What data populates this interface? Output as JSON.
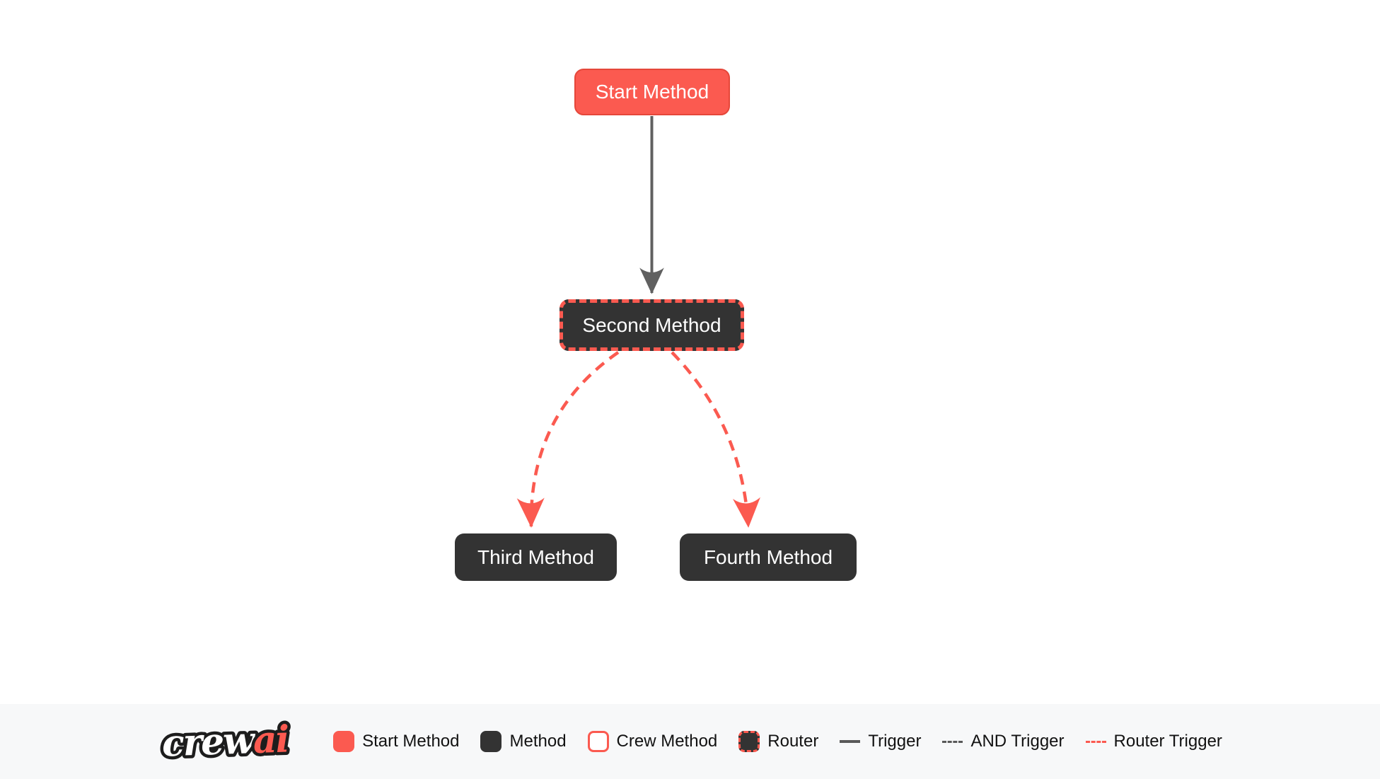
{
  "colors": {
    "accent_red": "#fb5a50",
    "accent_red_border": "#e5473a",
    "node_dark": "#333333",
    "edge_gray": "#606060",
    "legend_background": "#f7f8f9",
    "legend_text": "#121212"
  },
  "graph": {
    "nodes": [
      {
        "id": "start",
        "label": "Start Method",
        "type": "start_method"
      },
      {
        "id": "second",
        "label": "Second Method",
        "type": "router"
      },
      {
        "id": "third",
        "label": "Third Method",
        "type": "method"
      },
      {
        "id": "fourth",
        "label": "Fourth Method",
        "type": "method"
      }
    ],
    "edges": [
      {
        "from": "start",
        "to": "second",
        "type": "trigger"
      },
      {
        "from": "second",
        "to": "third",
        "type": "router_trigger"
      },
      {
        "from": "second",
        "to": "fourth",
        "type": "router_trigger"
      }
    ]
  },
  "logo": {
    "crew": "crew",
    "ai": "ai"
  },
  "legend": {
    "items": [
      {
        "label": "Start Method",
        "swatch": "start-method-swatch"
      },
      {
        "label": "Method",
        "swatch": "method-swatch"
      },
      {
        "label": "Crew Method",
        "swatch": "crew-method-swatch"
      },
      {
        "label": "Router",
        "swatch": "router-swatch"
      },
      {
        "label": "Trigger",
        "swatch": "trigger-line"
      },
      {
        "label": "AND Trigger",
        "swatch": "and-trigger-line"
      },
      {
        "label": "Router Trigger",
        "swatch": "router-trigger-line"
      }
    ]
  }
}
